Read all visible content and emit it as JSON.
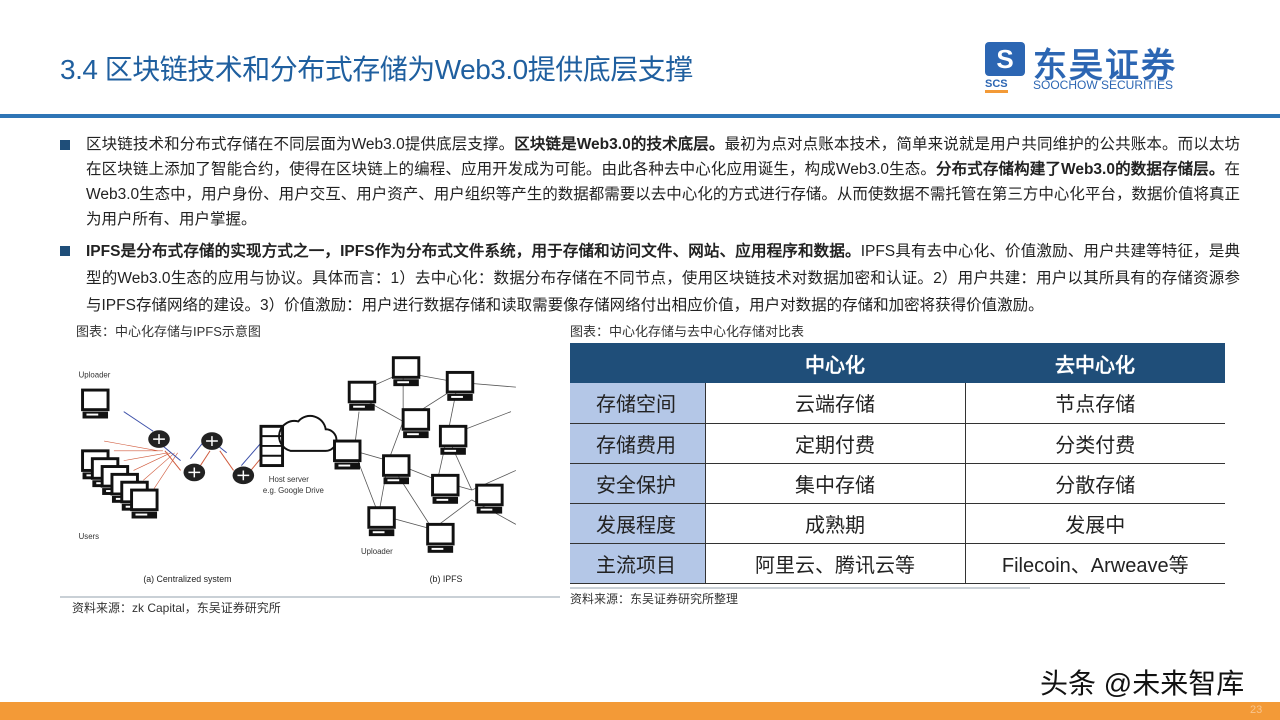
{
  "title": "3.4 区块链技术和分布式存储为Web3.0提供底层支撑",
  "logo": {
    "mark": "S",
    "scs": "SCS",
    "cn": "东吴证券",
    "en": "SOOCHOW SECURITIES"
  },
  "bullets": [
    {
      "parts": [
        {
          "t": "区块链技术和分布式存储在不同层面为Web3.0提供底层支撑。",
          "b": false
        },
        {
          "t": "区块链是Web3.0的技术底层。",
          "b": true
        },
        {
          "t": "最初为点对点账本技术，简单来说就是用户共同维护的公共账本。而以太坊在区块链上添加了智能合约，使得在区块链上的编程、应用开发成为可能。由此各种去中心化应用诞生，构成Web3.0生态。",
          "b": false
        },
        {
          "t": "分布式存储构建了Web3.0的数据存储层。",
          "b": true
        },
        {
          "t": "在Web3.0生态中，用户身份、用户交互、用户资产、用户组织等产生的数据都需要以去中心化的方式进行存储。从而使数据不需托管在第三方中心化平台，数据价值将真正为用户所有、用户掌握。",
          "b": false
        }
      ]
    },
    {
      "parts": [
        {
          "t": "IPFS是分布式存储的实现方式之一，IPFS作为分布式文件系统，用于存储和访问文件、网站、应用程序和数据。",
          "b": true
        },
        {
          "t": "IPFS具有去中心化、价值激励、用户共建等特征，是典型的Web3.0生态的应用与协议。具体而言：1）去中心化：数据分布存储在不同节点，使用区块链技术对数据加密和认证。2）用户共建：用户以其所具有的存储资源参与IPFS存储网络的建设。3）价值激励：用户进行数据存储和读取需要像存储网络付出相应价值，用户对数据的存储和加密将获得价值激励。",
          "b": false
        }
      ]
    }
  ],
  "left_figure": {
    "caption": "图表：中心化存储与IPFS示意图",
    "uploader": "Uploader",
    "users": "Users",
    "host1": "Host server",
    "host2": "e.g. Google Drive",
    "label_a": "(a) Centralized system",
    "label_b": "(b) IPFS",
    "uploader_b": "Uploader",
    "source": "资料来源：zk Capital，东吴证券研究所"
  },
  "right_figure": {
    "caption": "图表：中心化存储与去中心化存储对比表",
    "headers": [
      "",
      "中心化",
      "去中心化"
    ],
    "rows": [
      [
        "存储空间",
        "云端存储",
        "节点存储"
      ],
      [
        "存储费用",
        "定期付费",
        "分类付费"
      ],
      [
        "安全保护",
        "集中存储",
        "分散存储"
      ],
      [
        "发展程度",
        "成熟期",
        "发展中"
      ],
      [
        "主流项目",
        "阿里云、腾讯云等",
        "Filecoin、Arweave等"
      ]
    ],
    "source": "资料来源：东吴证券研究所整理"
  },
  "watermark": "头条 @未来智库",
  "page_number": "23",
  "colors": {
    "accent": "#2e75b6",
    "header": "#1f4e79",
    "row_header": "#b4c7e7",
    "footer": "#f39a37"
  }
}
